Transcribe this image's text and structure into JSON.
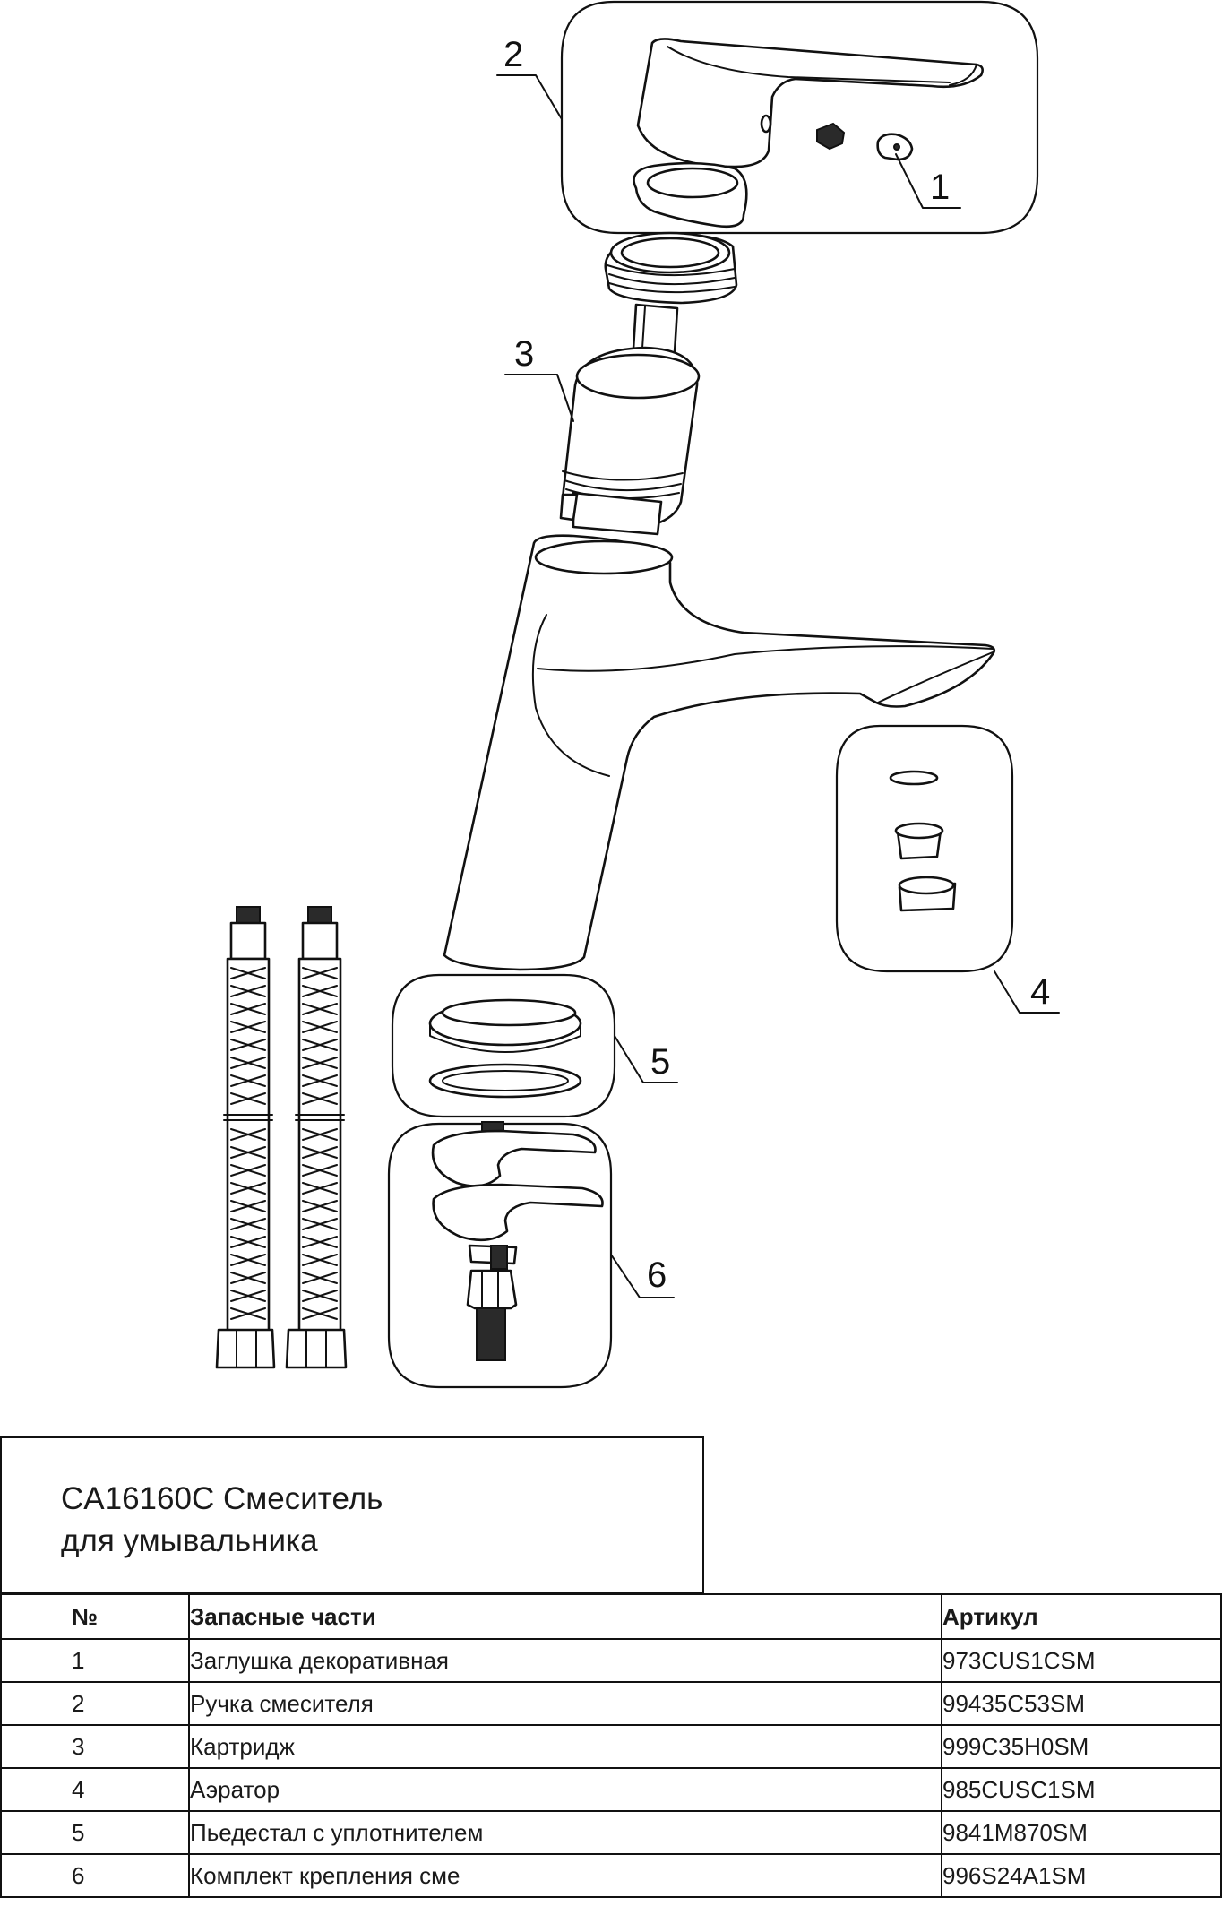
{
  "callouts": [
    "1",
    "2",
    "3",
    "4",
    "5",
    "6"
  ],
  "title": {
    "line1": "CA16160C Смеситель",
    "line2": "для умывальника"
  },
  "table": {
    "headers": [
      "№",
      "Запасные части",
      "Артикул"
    ],
    "rows": [
      [
        "1",
        "Заглушка декоративная",
        "973CUS1CSM"
      ],
      [
        "2",
        "Ручка смесителя",
        "99435C53SM"
      ],
      [
        "3",
        "Картридж",
        "999C35H0SM"
      ],
      [
        "4",
        "Аэратор",
        "985CUSC1SM"
      ],
      [
        "5",
        "Пьедестал с уплотнителем",
        "9841M870SM"
      ],
      [
        "6",
        "Комплект крепления сме",
        "996S24A1SM"
      ]
    ]
  }
}
